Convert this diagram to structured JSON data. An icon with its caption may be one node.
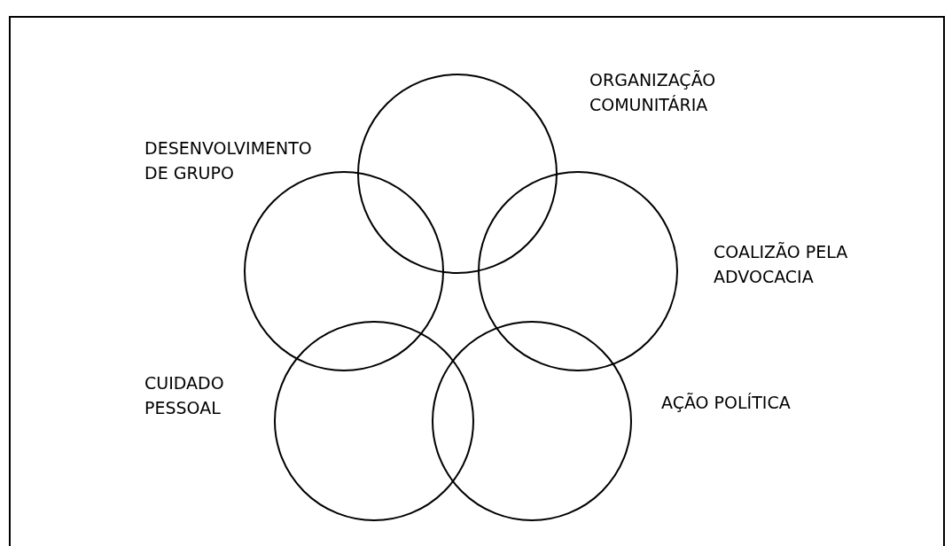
{
  "diagram": {
    "nodes": [
      {
        "text": [],
        "shape": "circle"
      },
      {
        "text": [],
        "shape": "circle"
      },
      {
        "text": [],
        "shape": "circle"
      },
      {
        "text": [],
        "shape": "circle"
      },
      {
        "text": [],
        "shape": "circle"
      }
    ],
    "edges": [],
    "labels": [
      "ORGANIZAÇÃO COMUNITÁRIA",
      "DESENVOLVIMENTO DE GRUPO",
      "COALIZÃO PELA ADVOCACIA",
      "CUIDADO PESSOAL",
      "AÇÃO POLÍTICA"
    ]
  }
}
